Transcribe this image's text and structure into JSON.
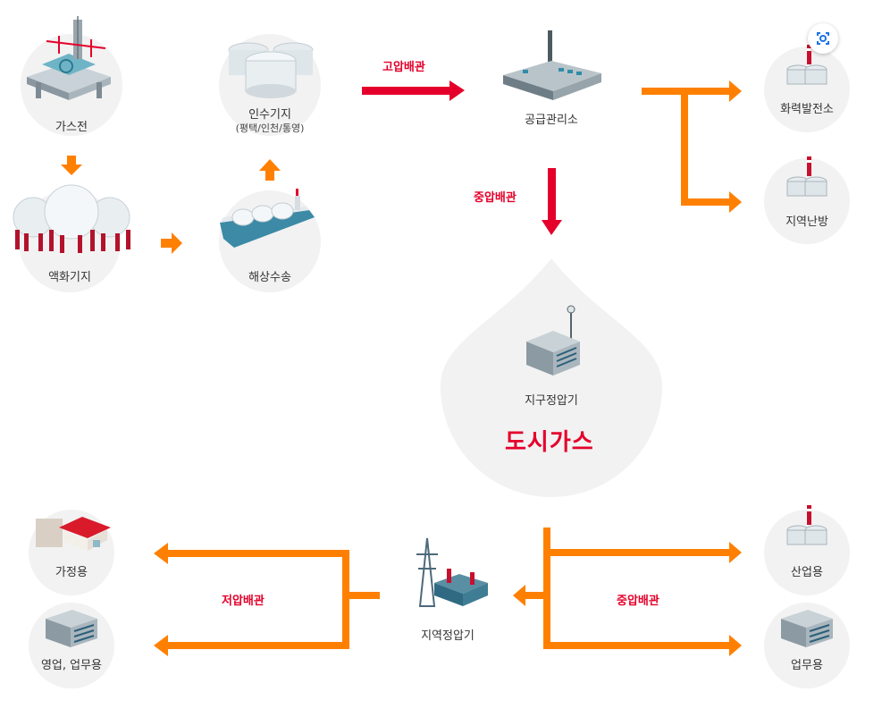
{
  "nodes": {
    "gas_field": "가스전",
    "liquefaction": "액화기지",
    "sea_transport": "해상수송",
    "receiving_base": "인수기지",
    "receiving_base_sub": "(평택/인천/통영)",
    "supply_station": "공급관리소",
    "thermal_power": "화력발전소",
    "district_heating": "지역난방",
    "district_governor": "지구정압기",
    "city_gas": "도시가스",
    "regional_governor": "지역정압기",
    "household": "가정용",
    "business": "영업, 업무용",
    "industrial": "산업용",
    "office": "업무용"
  },
  "pipes": {
    "high_pressure": "고압배관",
    "medium_pressure_top": "중압배관",
    "medium_pressure_bottom": "중압배관",
    "low_pressure": "저압배관"
  },
  "colors": {
    "orange_arrow": "#ff8000",
    "red_arrow": "#e4002b",
    "circle_bg": "#f2f2f2",
    "label_red": "#e4002b"
  },
  "icons": {
    "lens": "google-lens-icon"
  }
}
